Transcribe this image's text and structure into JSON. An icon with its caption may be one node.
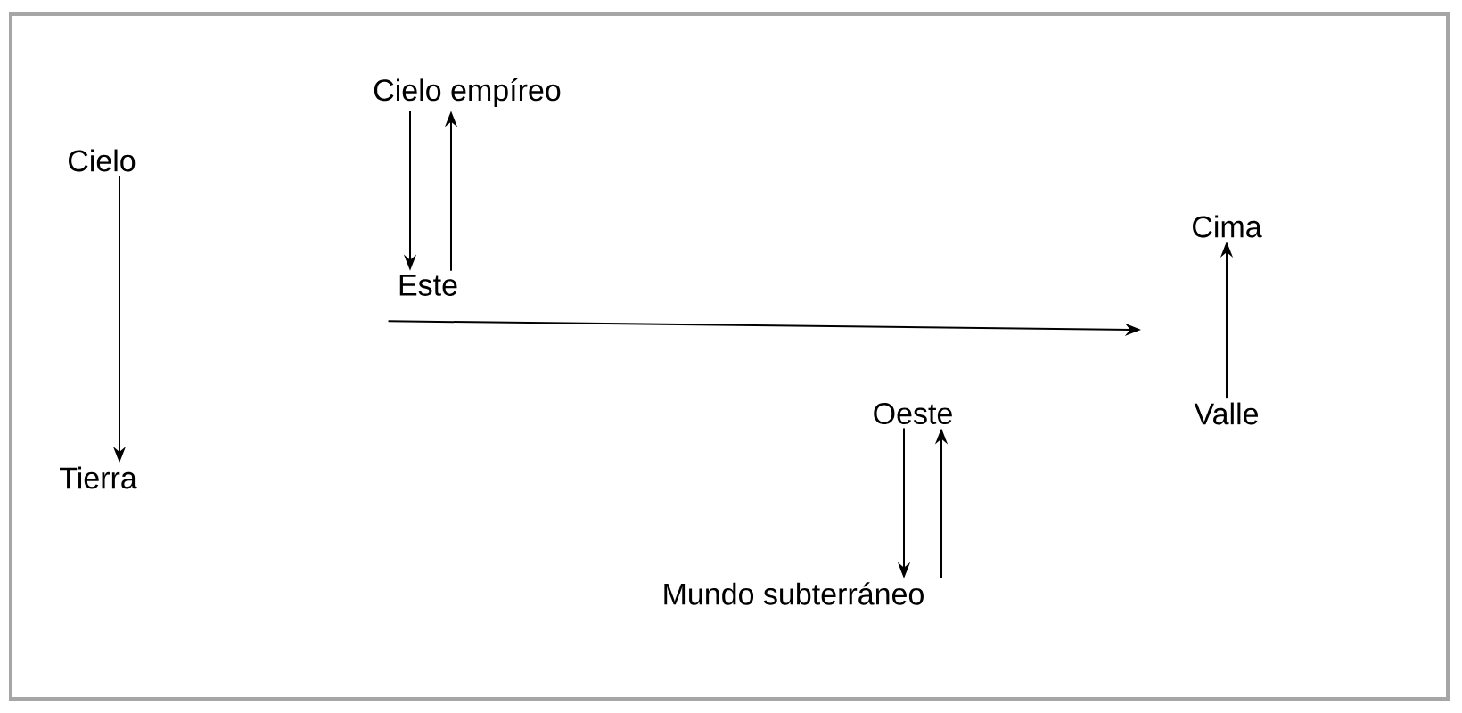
{
  "diagram": {
    "nodes": [
      {
        "text": [
          "Cielo"
        ]
      },
      {
        "text": [
          "Tierra"
        ]
      },
      {
        "text": [
          "Cielo empíreo"
        ]
      },
      {
        "text": [
          "Este"
        ]
      },
      {
        "text": [
          "Oeste"
        ]
      },
      {
        "text": [
          "Mundo subterráneo"
        ]
      },
      {
        "text": [
          "Cima"
        ]
      },
      {
        "text": [
          "Valle"
        ]
      }
    ],
    "edges": [
      {
        "from": 0,
        "to": 1,
        "arrow": "to"
      },
      {
        "from": 2,
        "to": 3,
        "arrow": "to"
      },
      {
        "from": 3,
        "to": 2,
        "arrow": "to"
      },
      {
        "from": 3,
        "to": null,
        "arrow": "to"
      },
      {
        "from": 4,
        "to": 5,
        "arrow": "to"
      },
      {
        "from": 5,
        "to": 4,
        "arrow": "to"
      },
      {
        "from": 7,
        "to": 6,
        "arrow": "to"
      }
    ]
  }
}
